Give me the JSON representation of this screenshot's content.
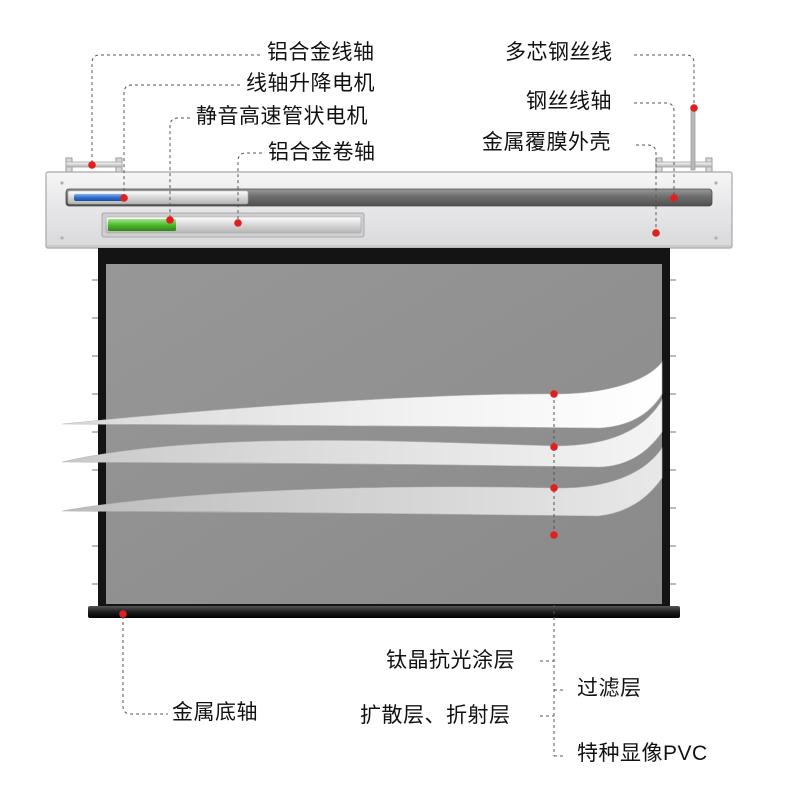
{
  "labels": {
    "aluminum_wire_shaft": "铝合金线轴",
    "wire_lift_motor": "线轴升降电机",
    "silent_tubular_motor": "静音高速管状电机",
    "aluminum_roller": "铝合金卷轴",
    "multicore_wire": "多芯钢丝线",
    "steel_wire_shaft": "钢丝线轴",
    "metal_coated_case": "金属覆膜外壳",
    "titanium_coating": "钛晶抗光涂层",
    "filter_layer": "过滤层",
    "diffuse_refract_layer": "扩散层、折射层",
    "special_pvc": "特种显像PVC",
    "metal_bottom_bar": "金属底轴"
  },
  "colors": {
    "marker": "#e02020",
    "leader": "#555555",
    "screen": "#8f8f8f",
    "frame": "#111111",
    "housing": "#e9e9ea",
    "motor_blue": "#2f6fd0",
    "motor_green": "#4fb82c"
  }
}
